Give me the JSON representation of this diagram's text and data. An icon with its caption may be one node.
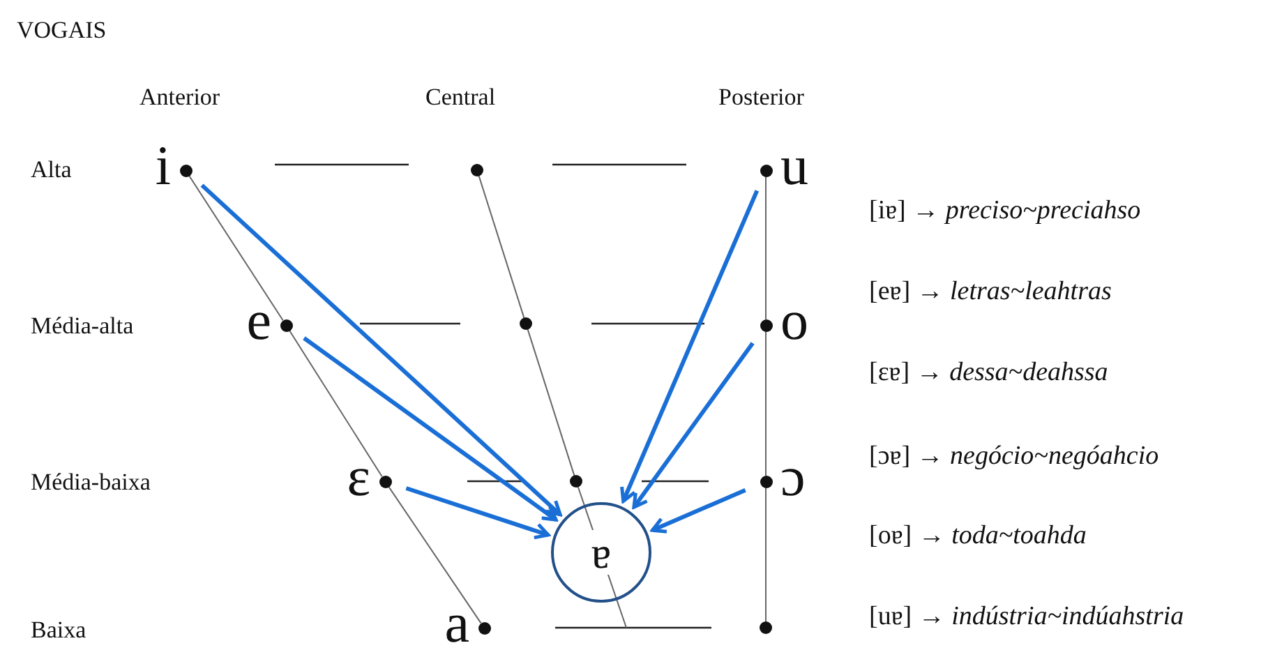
{
  "diagram": {
    "title": "VOGAIS",
    "nodes": [
      {
        "text": [
          "i"
        ]
      },
      {
        "text": [],
        "shape": "circle"
      },
      {
        "text": [
          "u"
        ]
      },
      {
        "text": [
          "e"
        ]
      },
      {
        "text": [],
        "shape": "circle"
      },
      {
        "text": [
          "o"
        ]
      },
      {
        "text": [
          "ɛ"
        ]
      },
      {
        "text": [],
        "shape": "circle"
      },
      {
        "text": [
          "ɔ"
        ]
      },
      {
        "text": [
          "ɐ"
        ]
      },
      {
        "text": [
          "a"
        ]
      },
      {
        "text": [],
        "shape": "circle"
      }
    ],
    "edges": [
      {
        "from": 0,
        "to": 3,
        "arrow": "none"
      },
      {
        "from": 3,
        "to": 6,
        "arrow": "none"
      },
      {
        "from": 6,
        "to": 10,
        "arrow": "none"
      },
      {
        "from": 1,
        "to": 4,
        "arrow": "none"
      },
      {
        "from": 4,
        "to": 7,
        "arrow": "none"
      },
      {
        "from": 2,
        "to": 5,
        "arrow": "none"
      },
      {
        "from": 5,
        "to": 8,
        "arrow": "none"
      },
      {
        "from": 8,
        "to": 11,
        "arrow": "none"
      },
      {
        "from": 0,
        "to": 9,
        "arrow": "to",
        "style": "thick",
        "color": "#1a6fd6"
      },
      {
        "from": 3,
        "to": 9,
        "arrow": "to",
        "style": "thick",
        "color": "#1a6fd6"
      },
      {
        "from": 6,
        "to": 9,
        "arrow": "to",
        "style": "thick",
        "color": "#1a6fd6"
      },
      {
        "from": 2,
        "to": 9,
        "arrow": "to",
        "style": "thick",
        "color": "#1a6fd6"
      },
      {
        "from": 5,
        "to": 9,
        "arrow": "to",
        "style": "thick",
        "color": "#1a6fd6"
      },
      {
        "from": 8,
        "to": 9,
        "arrow": "to",
        "style": "thick",
        "color": "#1a6fd6"
      }
    ],
    "labels": [
      "Anterior",
      "Central",
      "Posterior",
      "Alta",
      "Média-alta",
      "Média-baixa",
      "Baixa",
      "[iɐ] → *preciso~preciahso*",
      "[eɐ] → *letras~leahtras*",
      "[ɛɐ] → *dessa~deahssa*",
      "[ɔɐ] → *negócio~negóahcio*",
      "[oɐ] → *toda~toahda*",
      "[uɐ] → *indústria~indúahstria*"
    ]
  }
}
